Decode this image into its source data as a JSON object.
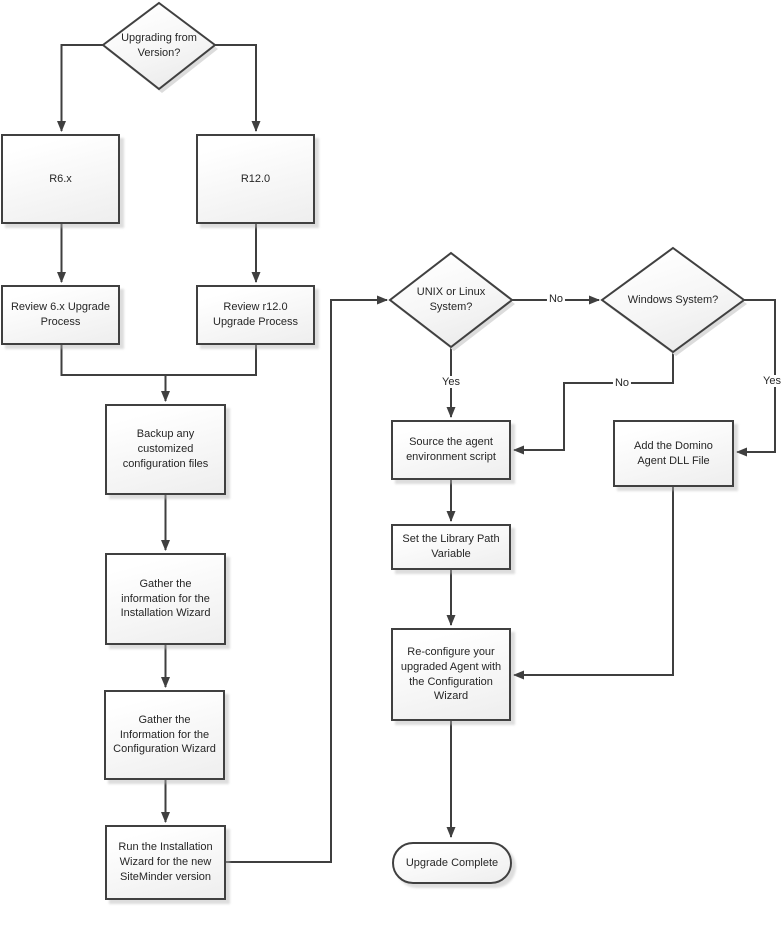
{
  "diagram": {
    "type": "flowchart",
    "nodes": {
      "decision_version": {
        "label": "Upgrading from Version?",
        "type": "decision"
      },
      "r6x": {
        "label": "R6.x",
        "type": "process"
      },
      "r120": {
        "label": "R12.0",
        "type": "process"
      },
      "review_6x": {
        "label": "Review 6.x Upgrade Process",
        "type": "process"
      },
      "review_r120": {
        "label": "Review r12.0 Upgrade Process",
        "type": "process"
      },
      "backup": {
        "label": "Backup any customized configuration files",
        "type": "process"
      },
      "gather_install": {
        "label": "Gather the information for the Installation Wizard",
        "type": "process"
      },
      "gather_config": {
        "label": "Gather the Information for the Configuration Wizard",
        "type": "process"
      },
      "run_install": {
        "label": "Run the Installation Wizard for the new SiteMinder version",
        "type": "process"
      },
      "decision_unix": {
        "label": "UNIX or Linux System?",
        "type": "decision"
      },
      "decision_windows": {
        "label": "Windows System?",
        "type": "decision"
      },
      "source_script": {
        "label": "Source the agent environment script",
        "type": "process"
      },
      "set_library": {
        "label": "Set the Library Path Variable",
        "type": "process"
      },
      "add_domino": {
        "label": "Add the Domino Agent DLL File",
        "type": "process"
      },
      "reconfigure": {
        "label": "Re-configure your upgraded Agent with the Configuration Wizard",
        "type": "process"
      },
      "complete": {
        "label": "Upgrade Complete",
        "type": "terminator"
      }
    },
    "edge_labels": {
      "unix_yes": "Yes",
      "unix_no": "No",
      "windows_no": "No",
      "windows_yes": "Yes"
    },
    "colors": {
      "line": "#3f3f3f",
      "box_border": "#404040",
      "box_fill_top": "#ffffff",
      "box_fill_bottom": "#eeeeee",
      "shadow": "#d9d9d9",
      "text": "#262626",
      "background": "#ffffff"
    }
  }
}
